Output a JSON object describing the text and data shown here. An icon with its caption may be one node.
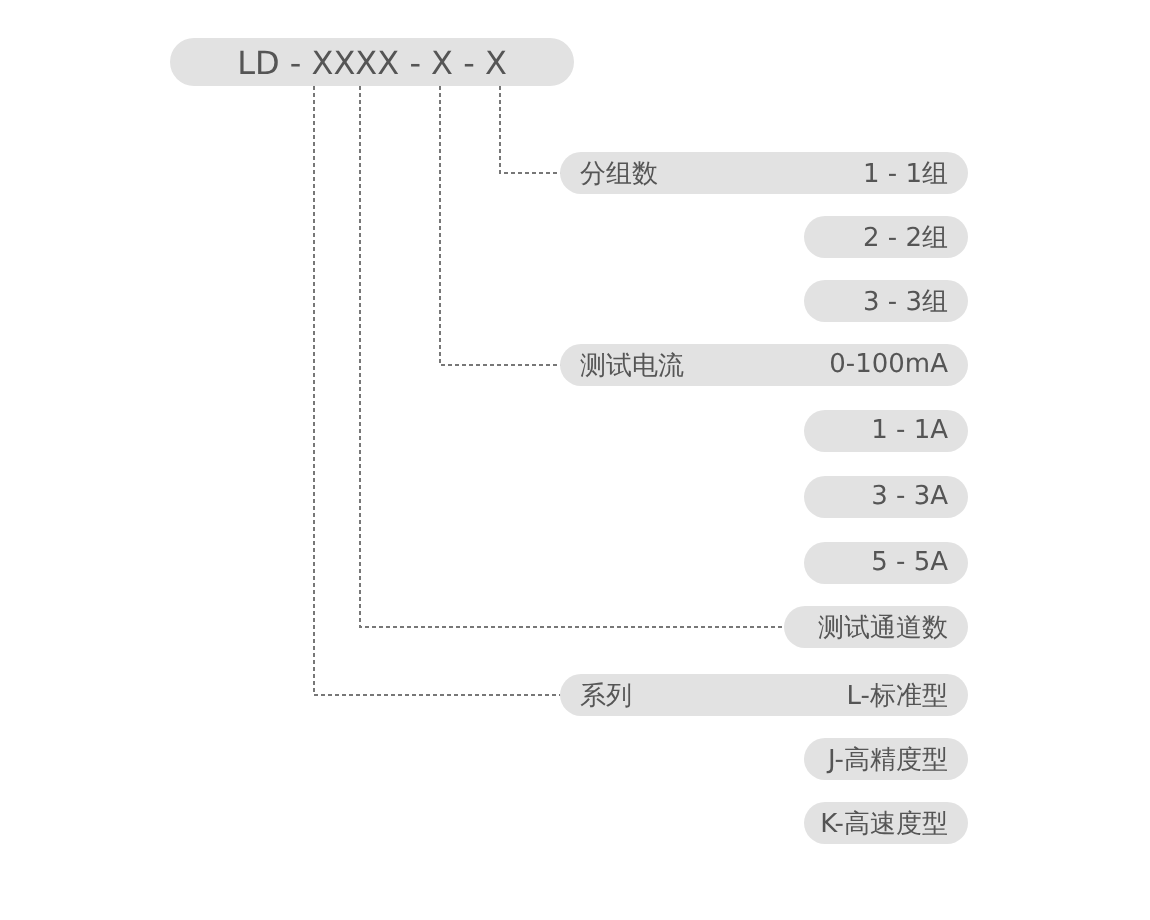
{
  "diagram": {
    "nodes": [
      {
        "text": [
          "LD - XXXX - X - X"
        ]
      },
      {
        "text": [
          "分组数",
          "1 - 1组"
        ]
      },
      {
        "text": [
          "2 - 2组"
        ]
      },
      {
        "text": [
          "3 - 3组"
        ]
      },
      {
        "text": [
          "测试电流",
          "0-100mA"
        ]
      },
      {
        "text": [
          "1 - 1A"
        ]
      },
      {
        "text": [
          "3 - 3A"
        ]
      },
      {
        "text": [
          "5 - 5A"
        ]
      },
      {
        "text": [
          "测试通道数"
        ]
      },
      {
        "text": [
          "系列",
          "L-标准型"
        ]
      },
      {
        "text": [
          "J-高精度型"
        ]
      },
      {
        "text": [
          "K-高速度型"
        ]
      }
    ],
    "edges": [
      {
        "from": 0,
        "to": 1,
        "arrow": "none",
        "style": "dashed"
      },
      {
        "from": 0,
        "to": 4,
        "arrow": "none",
        "style": "dashed"
      },
      {
        "from": 0,
        "to": 8,
        "arrow": "none",
        "style": "dashed"
      },
      {
        "from": 0,
        "to": 9,
        "arrow": "none",
        "style": "dashed"
      }
    ]
  }
}
